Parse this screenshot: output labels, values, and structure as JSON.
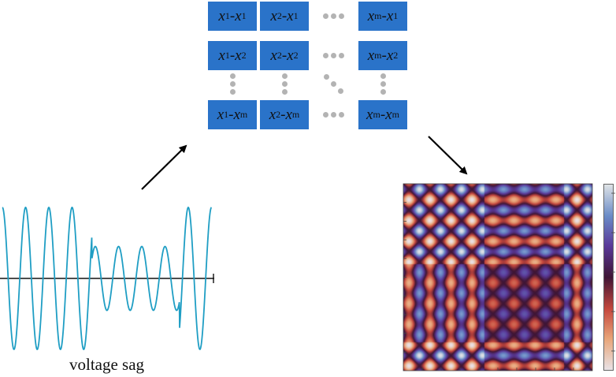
{
  "matrix": {
    "cells": [
      {
        "label": "x1-x1",
        "a": "x",
        "as": "1",
        "b": "x",
        "bs": "1"
      },
      {
        "label": "x2-x1",
        "a": "x",
        "as": "2",
        "b": "x",
        "bs": "1"
      },
      {
        "label": "xm-x1",
        "a": "x",
        "as": "m",
        "b": "x",
        "bs": "1"
      },
      {
        "label": "x1-x2",
        "a": "x",
        "as": "1",
        "b": "x",
        "bs": "2"
      },
      {
        "label": "x2-x2",
        "a": "x",
        "as": "2",
        "b": "x",
        "bs": "2"
      },
      {
        "label": "xm-x2",
        "a": "x",
        "as": "m",
        "b": "x",
        "bs": "2"
      },
      {
        "label": "x1-xm",
        "a": "x",
        "as": "1",
        "b": "x",
        "bs": "m"
      },
      {
        "label": "x2-xm",
        "a": "x",
        "as": "2",
        "b": "x",
        "bs": "m"
      },
      {
        "label": "xm-xm",
        "a": "x",
        "as": "m",
        "b": "x",
        "bs": "m"
      }
    ],
    "cell_color": "#2a73c9",
    "dot_color": "#b3b3b3"
  },
  "signal": {
    "caption": "voltage sag",
    "color": "#1f9ec4",
    "normal_amplitude": 1.0,
    "sag_amplitude": 0.45,
    "cycles": 9
  },
  "heatmap": {
    "colormap": "twilight",
    "colors": [
      "#e9e2e6",
      "#e8a478",
      "#c4473d",
      "#3f1535",
      "#5a3a9a",
      "#6a8bc7",
      "#dfe3e6"
    ]
  }
}
